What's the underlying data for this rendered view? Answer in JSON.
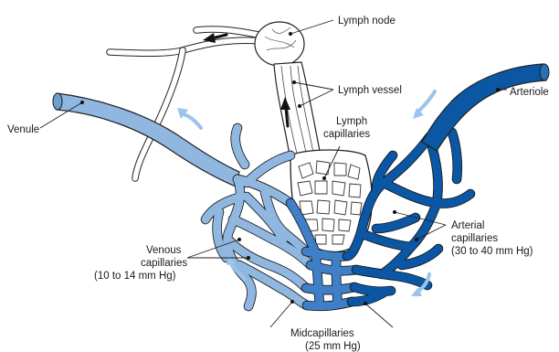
{
  "diagram": {
    "labels": {
      "lymph_node": "Lymph node",
      "lymph_vessel": "Lymph vessel",
      "lymph_capillaries": [
        "Lymph",
        "capillaries"
      ],
      "venule": "Venule",
      "arteriole": "Arteriole",
      "arterial_capillaries": [
        "Arterial",
        "capillaries",
        "(30 to 40 mm Hg)"
      ],
      "venous_capillaries": [
        "Venous",
        "capillaries",
        "(10 to 14 mm Hg)"
      ],
      "midcapillaries": [
        "Midcapillaries",
        "(25 mm Hg)"
      ]
    },
    "colors": {
      "arterial": "#0b57a4",
      "venous": "#8fb7e0",
      "flow_arrow": "#9cc3ea",
      "lymph": "#ffffff",
      "outline": "#222222"
    }
  }
}
